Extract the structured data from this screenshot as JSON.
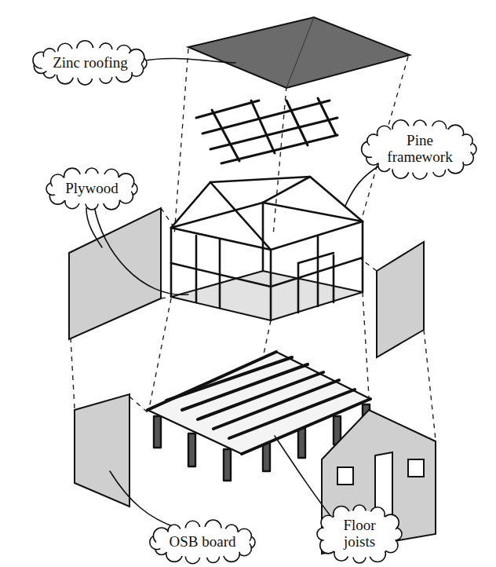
{
  "diagram": {
    "nodes": [
      {
        "text": [
          "Zinc roofing"
        ]
      },
      {
        "text": [
          "Pine framework"
        ]
      },
      {
        "text": [
          "Plywood"
        ]
      },
      {
        "text": [
          "OSB board"
        ]
      },
      {
        "text": [
          "Floor joists"
        ]
      }
    ]
  }
}
